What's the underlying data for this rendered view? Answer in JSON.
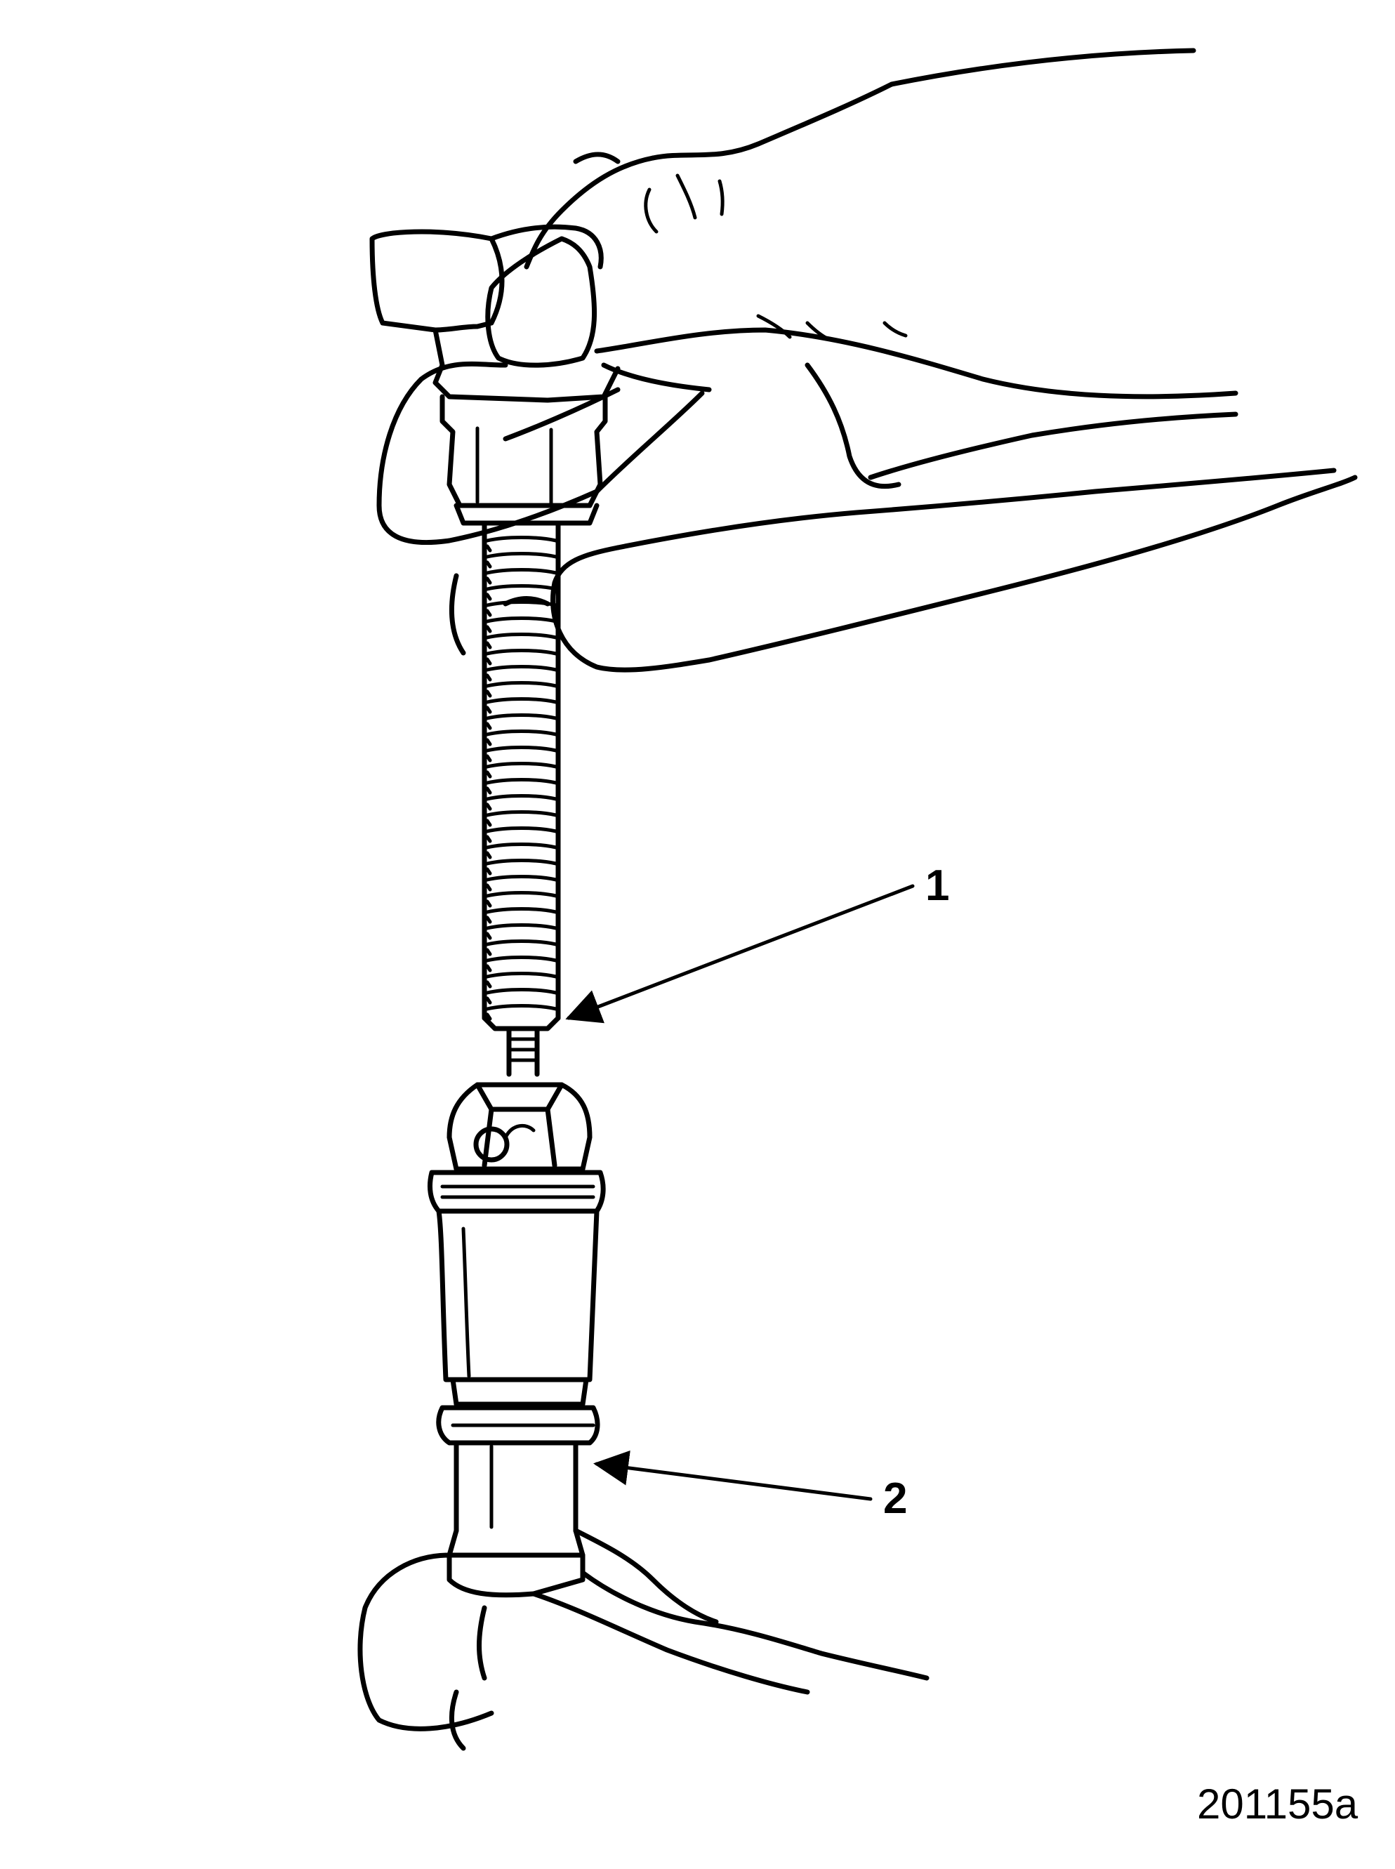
{
  "figure": {
    "callouts": [
      {
        "label": "1",
        "part": "threaded-rod"
      },
      {
        "label": "2",
        "part": "fitting"
      }
    ],
    "figure_id": "201155a",
    "colors": {
      "ink": "#000000",
      "background": "#ffffff"
    }
  }
}
